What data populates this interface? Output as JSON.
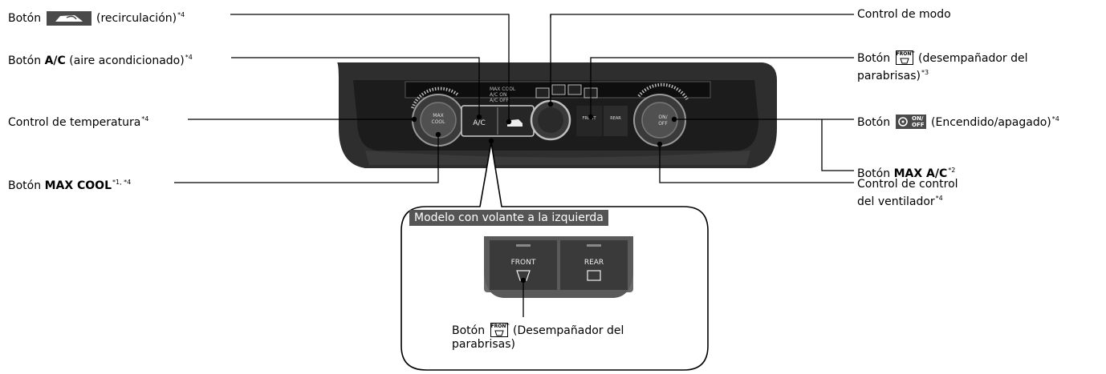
{
  "labels": {
    "recirc": {
      "prefix": "Botón",
      "text": "(recirculación)",
      "sup": "*4",
      "icon": "recirculation-icon"
    },
    "ac": {
      "prefix": "Botón",
      "bold": "A/C",
      "text": "(aire acondicionado)",
      "sup": "*4"
    },
    "temp": {
      "text": "Control de temperatura",
      "sup": "*4"
    },
    "maxcool": {
      "prefix": "Botón",
      "bold": "MAX COOL",
      "sup": "*1, *4"
    },
    "mode": {
      "text": "Control de modo"
    },
    "defrost_front": {
      "prefix": "Botón",
      "icon_text": "FRONT",
      "text": "(desempañador del",
      "text2": "parabrisas)",
      "sup": "*3",
      "icon": "front-defroster-icon"
    },
    "onoff": {
      "prefix": "Botón",
      "icon_text": "ON/\nOFF",
      "text": "(Encendido/apagado)",
      "sup": "*4",
      "icon": "fan-on-off-icon"
    },
    "maxac": {
      "prefix": "Botón",
      "bold": "MAX A/C",
      "sup": "*2"
    },
    "fan": {
      "text": "Control de control",
      "text2": "del ventilador",
      "sup": "*4"
    }
  },
  "panel": {
    "max_cool": "MAX\nCOOL",
    "ac_button": "A/C",
    "ac_status": [
      "MAX COOL",
      "A/C ON",
      "A/C OFF"
    ],
    "front": "FRONT",
    "rear": "REAR",
    "on_off": "ON/\nOFF"
  },
  "callout": {
    "title": "Modelo con volante a la izquierda",
    "front": "FRONT",
    "rear": "REAR",
    "label_prefix": "Botón",
    "label_icon_text": "FRONT",
    "label_text": "(Desempañador del",
    "label_text2": "parabrisas)"
  }
}
